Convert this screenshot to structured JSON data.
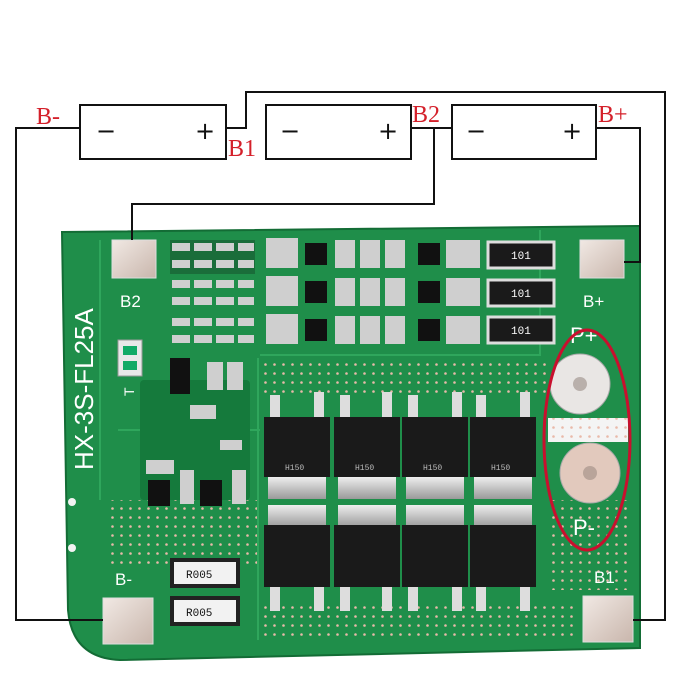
{
  "wiring": {
    "labels": {
      "b_minus": "B-",
      "b1": "B1",
      "b2": "B2",
      "b_plus": "B+"
    },
    "batteries": [
      {
        "minus": "−",
        "plus": "+"
      },
      {
        "minus": "−",
        "plus": "+"
      },
      {
        "minus": "−",
        "plus": "+"
      }
    ]
  },
  "board": {
    "model": "HX-3S-FL25A",
    "pads": {
      "b2": "B2",
      "b_plus": "B+",
      "b_minus": "B-",
      "b1": "B1",
      "p_plus": "P+",
      "p_minus": "P-"
    },
    "resistor_codes": [
      "101",
      "101",
      "101"
    ],
    "shunt_codes": [
      "R005",
      "R005"
    ],
    "mosfet_marks": [
      "H150",
      "H150",
      "H150",
      "H150"
    ],
    "silk_t": "T"
  },
  "colors": {
    "pcb": "#1f8e4a",
    "pcb_dark": "#157a3c",
    "wire": "#111111",
    "label": "#d4202a",
    "highlight": "#c8102e"
  }
}
